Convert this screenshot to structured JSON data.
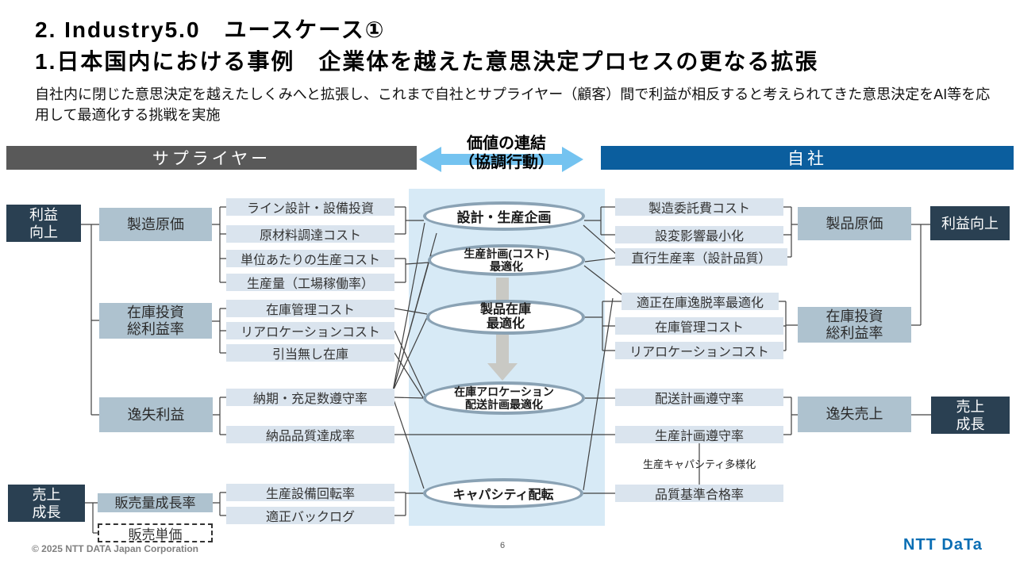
{
  "header": {
    "title_line1": "2. Industry5.0　ユースケース①",
    "title_line2": "1.日本国内における事例　企業体を越えた意思決定プロセスの更なる拡張",
    "description": "自社内に閉じた意思決定を越えたしくみへと拡張し、これまで自社とサプライヤー（顧客）間で利益が相反すると考えられてきた意思決定をAI等を応用して最適化する挑戦を実施"
  },
  "bands": {
    "supplier": "サプライヤー",
    "company": "自社",
    "link_line1": "価値の連結",
    "link_line2": "（協調行動）"
  },
  "left": {
    "goal_top": {
      "line1": "利益",
      "line2": "向上"
    },
    "goal_bottom": {
      "line1": "売上",
      "line2": "成長"
    },
    "metric_cost": "製造原価",
    "metric_inventory": {
      "line1": "在庫投資",
      "line2": "総利益率"
    },
    "metric_lost_profit": "逸失利益",
    "metric_sales_growth": "販売量成長率",
    "metric_unit_price": "販売単価",
    "kpis": [
      "ライン設計・設備投資",
      "原材料調達コスト",
      "単位あたりの生産コスト",
      "生産量（工場稼働率）",
      "在庫管理コスト",
      "リアロケーションコスト",
      "引当無し在庫",
      "納期・充足数遵守率",
      "納品品質達成率",
      "生産設備回転率",
      "適正バックログ"
    ]
  },
  "center": {
    "processes": [
      {
        "line1": "設計・生産企画",
        "line2": ""
      },
      {
        "line1": "生産計画(コスト)",
        "line2": "最適化"
      },
      {
        "line1": "製品在庫",
        "line2": "最適化"
      },
      {
        "line1": "在庫アロケーション",
        "line2": "配送計画最適化"
      },
      {
        "line1": "キャパシティ配転",
        "line2": ""
      }
    ]
  },
  "right": {
    "kpis": [
      "製造委託費コスト",
      "設変影響最小化",
      "直行生産率（設計品質）",
      "適正在庫逸脱率最適化",
      "在庫管理コスト",
      "リアロケーションコスト",
      "配送計画遵守率",
      "生産計画遵守率",
      "品質基準合格率"
    ],
    "note": "生産キャパシティ多様化",
    "metric_cost": "製品原価",
    "metric_inventory": {
      "line1": "在庫投資",
      "line2": "総利益率"
    },
    "metric_lost_sales": "逸失売上",
    "goal_top": "利益向上",
    "goal_bottom": {
      "line1": "売上",
      "line2": "成長"
    }
  },
  "footer": {
    "copyright": "© 2025 NTT DATA Japan Corporation",
    "page": "6",
    "logo": "NTT DaTa"
  },
  "colors": {
    "band_gray": "#595959",
    "band_blue": "#0B5E9E",
    "panel_blue": "#D7EAF6",
    "dark_box": "#2A4052",
    "metric_box": "#AEC2CF",
    "kpi_bar": "#DAE4EE",
    "ellipse_border": "#8AA2B4",
    "flow_arrow_gray": "#C9C9C4",
    "link_arrow_blue": "#74C3F0",
    "logo_blue": "#0A6EB4"
  }
}
